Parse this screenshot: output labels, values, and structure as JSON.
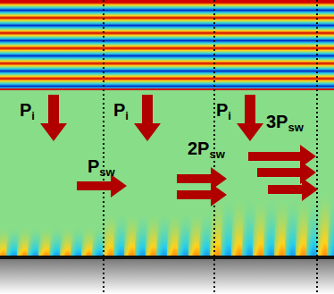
{
  "diagram": {
    "labels": [
      "Pi",
      "Pi",
      "Pi",
      "Psw",
      "2Psw",
      "3Psw"
    ]
  }
}
